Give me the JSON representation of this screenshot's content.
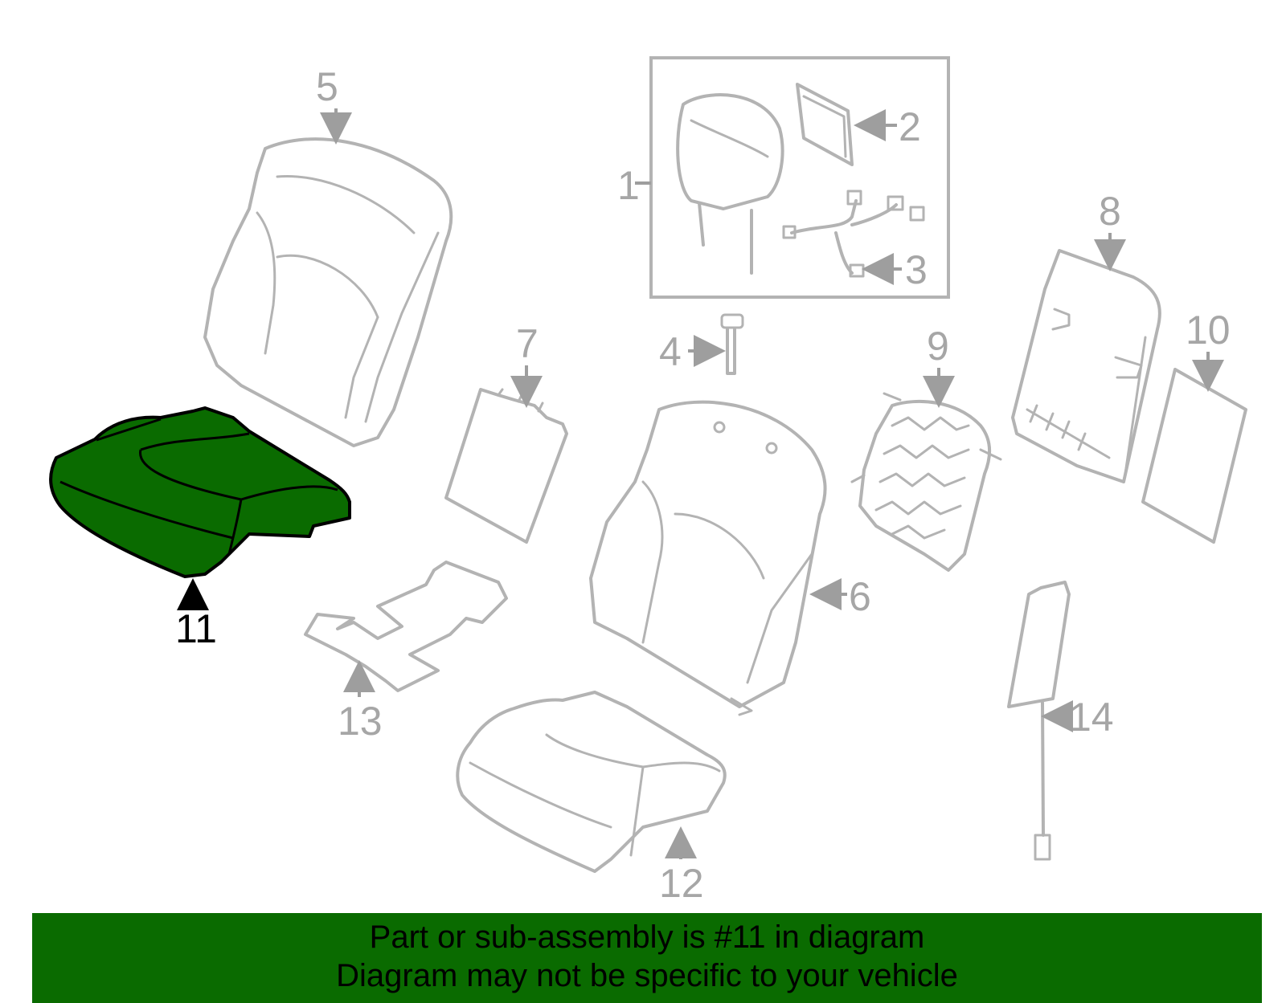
{
  "colors": {
    "highlight_fill": "#0a6b00",
    "highlight_stroke": "#000000",
    "part_stroke": "#b3b3b3",
    "callout_text": "#a6a6a6",
    "banner_bg": "#0a6b00"
  },
  "callouts": {
    "c1": "1",
    "c2": "2",
    "c3": "3",
    "c4": "4",
    "c5": "5",
    "c6": "6",
    "c7": "7",
    "c8": "8",
    "c9": "9",
    "c10": "10",
    "c11": "11",
    "c12": "12",
    "c13": "13",
    "c14": "14"
  },
  "highlighted_part": "11",
  "banner": {
    "line1": "Part or sub-assembly is #11 in diagram",
    "line2": "Diagram may not be specific to your vehicle"
  }
}
